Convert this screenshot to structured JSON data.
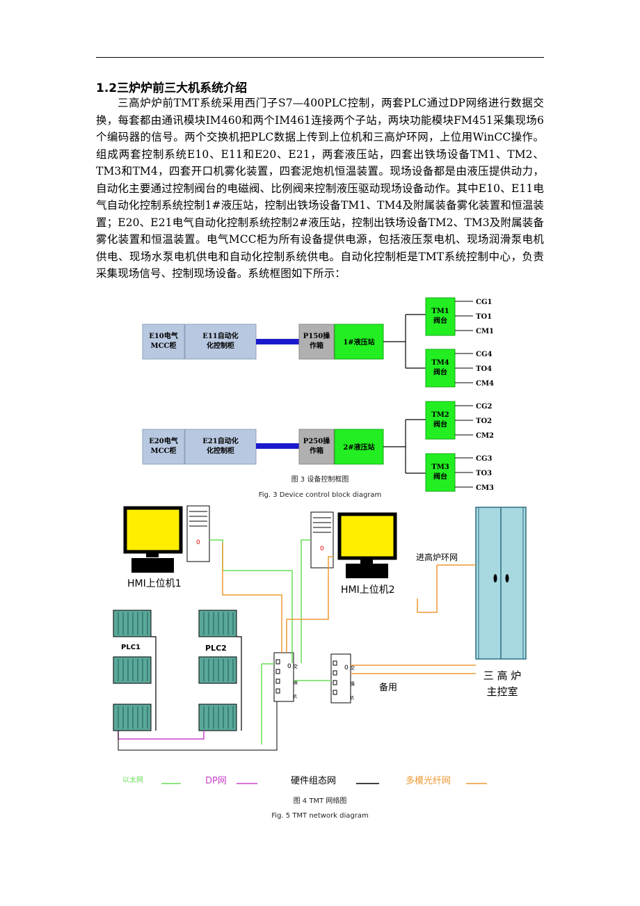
{
  "section": {
    "title": "1.2三炉炉前三大机系统介绍",
    "paragraph": "三高炉炉前TMT系统采用西门子S7—400PLC控制，两套PLC通过DP网络进行数据交换，每套都由通讯模块IM460和两个IM461连接两个子站，两块功能模块FM451采集现场6个编码器的信号。两个交换机把PLC数据上传到上位机和三高炉环网，上位用WinCC操作。组成两套控制系统E10、E11和E20、E21，两套液压站，四套出铁场设备TM1、TM2、TM3和TM4，四套开口机雾化装置，四套泥炮机恒温装置。现场设备都是由液压提供动力，自动化主要通过控制阀台的电磁阀、比例阀来控制液压驱动现场设备动作。其中E10、E11电气自动化控制系统控制1#液压站，控制出铁场设备TM1、TM4及附属装备雾化装置和恒温装置；E20、E21电气自动化控制系统控制2#液压站，控制出铁场设备TM2、TM3及附属装备雾化装置和恒温装置。电气MCC柜为所有设备提供电源，包括液压泵电机、现场润滑泵电机供电、现场水泵电机供电和自动化控制系统供电。自动化控制柜是TMT系统控制中心，负责采集现场信号、控制现场设备。系统框图如下所示："
  },
  "fig3": {
    "caption_cn": "图 3  设备控制框图",
    "caption_en": "Fig. 3 Device control block diagram",
    "group1": {
      "mcc": [
        "E10电气",
        "MCC柜"
      ],
      "ctrl": [
        "E11自动化",
        "化控制柜"
      ],
      "op": [
        "P150操",
        "作箱"
      ],
      "station": "1#液压站",
      "valves": [
        {
          "name": [
            "TM1",
            "阀台"
          ],
          "outs": [
            "CG1",
            "TO1",
            "CM1"
          ]
        },
        {
          "name": [
            "TM4",
            "阀台"
          ],
          "outs": [
            "CG4",
            "TO4",
            "CM4"
          ]
        }
      ]
    },
    "group2": {
      "mcc": [
        "E20电气",
        "MCC柜"
      ],
      "ctrl": [
        "E21自动化",
        "化控制柜"
      ],
      "op": [
        "P250操",
        "作箱"
      ],
      "station": "2#液压站",
      "valves": [
        {
          "name": [
            "TM2",
            "阀台"
          ],
          "outs": [
            "CG2",
            "TO2",
            "CM2"
          ]
        },
        {
          "name": [
            "TM3",
            "阀台"
          ],
          "outs": [
            "CG3",
            "TO3",
            "CM3"
          ]
        }
      ]
    }
  },
  "fig4": {
    "caption_cn": "图 4    TMT 网络图",
    "caption_en": "Fig. 5 TMT network diagram",
    "hmi1": "HMI上位机1",
    "hmi2": "HMI上位机2",
    "plc1": "PLC1",
    "plc2": "PLC2",
    "ring_label": "进高炉环网",
    "spare_label": "备用",
    "control_room": [
      "三 高 炉",
      "主控室"
    ],
    "tower_indicator": "0",
    "switch_chars": [
      "交",
      "换",
      "机"
    ],
    "legend": [
      {
        "label": "以太网",
        "color": "#66dd55"
      },
      {
        "label": "DP网",
        "color": "#cc44cc"
      },
      {
        "label": "硬件组态网",
        "color": "#000000"
      },
      {
        "label": "多模光纤网",
        "color": "#ee9933"
      }
    ]
  }
}
